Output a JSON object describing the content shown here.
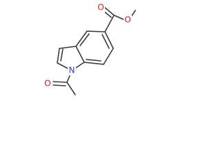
{
  "molecule": {
    "atoms": {
      "n1": "N",
      "o_carbonyl_ester": "O",
      "o_ester": "O",
      "o_acetyl": "O"
    },
    "colors": {
      "bond": "#3a3a3a",
      "oxygen": "#d11f1f",
      "nitrogen": "#2b3fd1"
    }
  }
}
